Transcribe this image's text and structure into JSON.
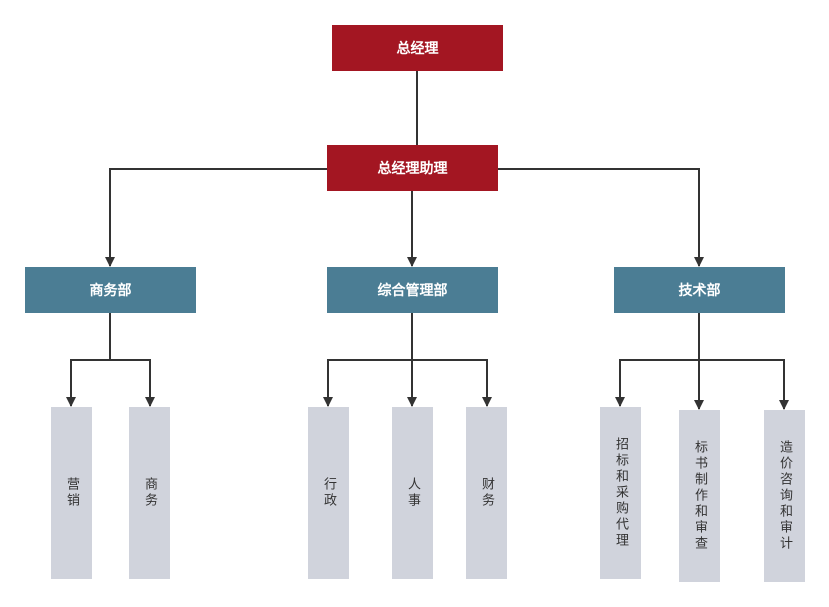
{
  "org": {
    "gm": "总经理",
    "assistant": "总经理助理",
    "departments": [
      "商务部",
      "综合管理部",
      "技术部"
    ],
    "leaves": {
      "business": [
        "营销",
        "商务"
      ],
      "admin": [
        "行政",
        "人事",
        "财务"
      ],
      "tech": [
        "招标和采购代理",
        "标书制作和审查",
        "造价咨询和审计"
      ]
    }
  },
  "colors": {
    "executive": "#a31622",
    "department": "#4b7d94",
    "leaf": "#d0d3dc",
    "connector": "#333333"
  }
}
